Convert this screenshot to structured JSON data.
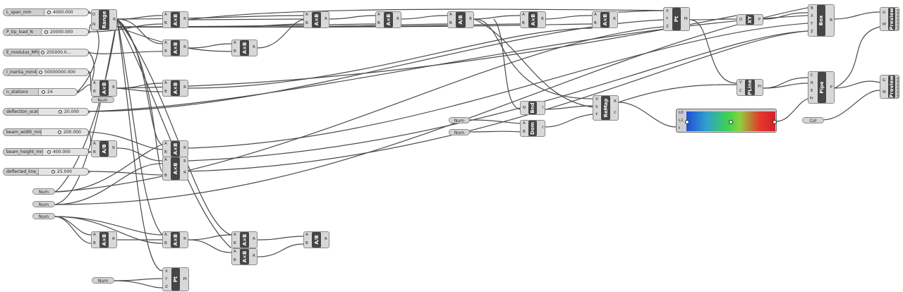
{
  "sliders": [
    {
      "id": "s1",
      "label": "L_span_mm",
      "value": "4000.000"
    },
    {
      "id": "s2",
      "label": "P_tip_load_N",
      "value": "20000.000"
    },
    {
      "id": "s3",
      "label": "E_modulus_MPa",
      "value": "205000.0..."
    },
    {
      "id": "s4",
      "label": "I_inertia_mm4",
      "value": "50000000.000"
    },
    {
      "id": "s5",
      "label": "n_stations",
      "value": "24"
    },
    {
      "id": "s6",
      "label": "deflection_scale",
      "value": "20.000"
    },
    {
      "id": "s7",
      "label": "beam_width_mm",
      "value": "200.000"
    },
    {
      "id": "s8",
      "label": "beam_height_mm",
      "value": "400.000"
    },
    {
      "id": "s9",
      "label": "deflected_line_r",
      "value": "25.000"
    }
  ],
  "components": {
    "range": {
      "name": "Range",
      "inputs": [
        "D",
        "N"
      ],
      "outputs": [
        "R"
      ]
    },
    "mult": {
      "name": "A×B",
      "inputs": [
        "A",
        "B"
      ],
      "outputs": [
        "R"
      ]
    },
    "div": {
      "name": "A/B",
      "inputs": [
        "A",
        "B"
      ],
      "outputs": [
        "R"
      ]
    },
    "pt": {
      "name": "Pt",
      "inputs": [
        "X",
        "Y",
        "Z"
      ],
      "outputs": [
        "Pt"
      ]
    },
    "xy": {
      "name": "XY",
      "inputs": [
        "O"
      ],
      "outputs": [
        "P"
      ]
    },
    "box": {
      "name": "Box",
      "inputs": [
        "B",
        "X",
        "Y",
        "Z"
      ],
      "outputs": [
        "B"
      ]
    },
    "pline": {
      "name": "PLine",
      "inputs": [
        "V",
        "C"
      ],
      "outputs": [
        "Pl"
      ]
    },
    "pipe": {
      "name": "Pipe",
      "inputs": [
        "C",
        "R",
        "E",
        "Fr"
      ],
      "outputs": [
        "P"
      ]
    },
    "bnd": {
      "name": "Bnd",
      "inputs": [
        "N"
      ],
      "outputs": [
        "I"
      ]
    },
    "dom": {
      "name": "Dom",
      "inputs": [
        "A",
        "B"
      ],
      "outputs": [
        "I"
      ]
    },
    "remap": {
      "name": "ReMap",
      "inputs": [
        "V",
        "S",
        "T"
      ],
      "outputs": [
        "R",
        "C"
      ]
    },
    "preview": {
      "name": "Preview",
      "inputs": [
        "G",
        "M"
      ],
      "outputs": []
    }
  },
  "params": {
    "num": "Num",
    "col": "Col"
  },
  "gradient": {
    "inputs": [
      "L0",
      "L1",
      "t"
    ],
    "colors": [
      "#1e4dd9",
      "#41d44a",
      "#d4202a"
    ]
  }
}
